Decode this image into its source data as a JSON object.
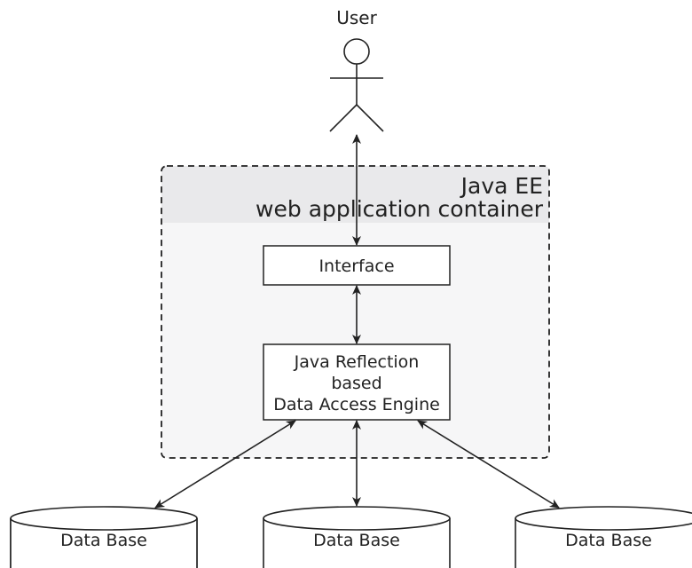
{
  "actor": {
    "label": "User"
  },
  "container": {
    "title_lines": [
      "Java EE",
      "web application container"
    ]
  },
  "components": {
    "interface": {
      "label": "Interface"
    },
    "engine": {
      "lines": [
        "Java Reflection",
        "based",
        "Data Access Engine"
      ]
    }
  },
  "databases": [
    {
      "label": "Data Base"
    },
    {
      "label": "Data Base"
    },
    {
      "label": "Data Base"
    }
  ],
  "colors": {
    "stroke": "#222222",
    "container_header_fill": "#e9e9eb",
    "container_body_fill": "#f6f6f7"
  }
}
